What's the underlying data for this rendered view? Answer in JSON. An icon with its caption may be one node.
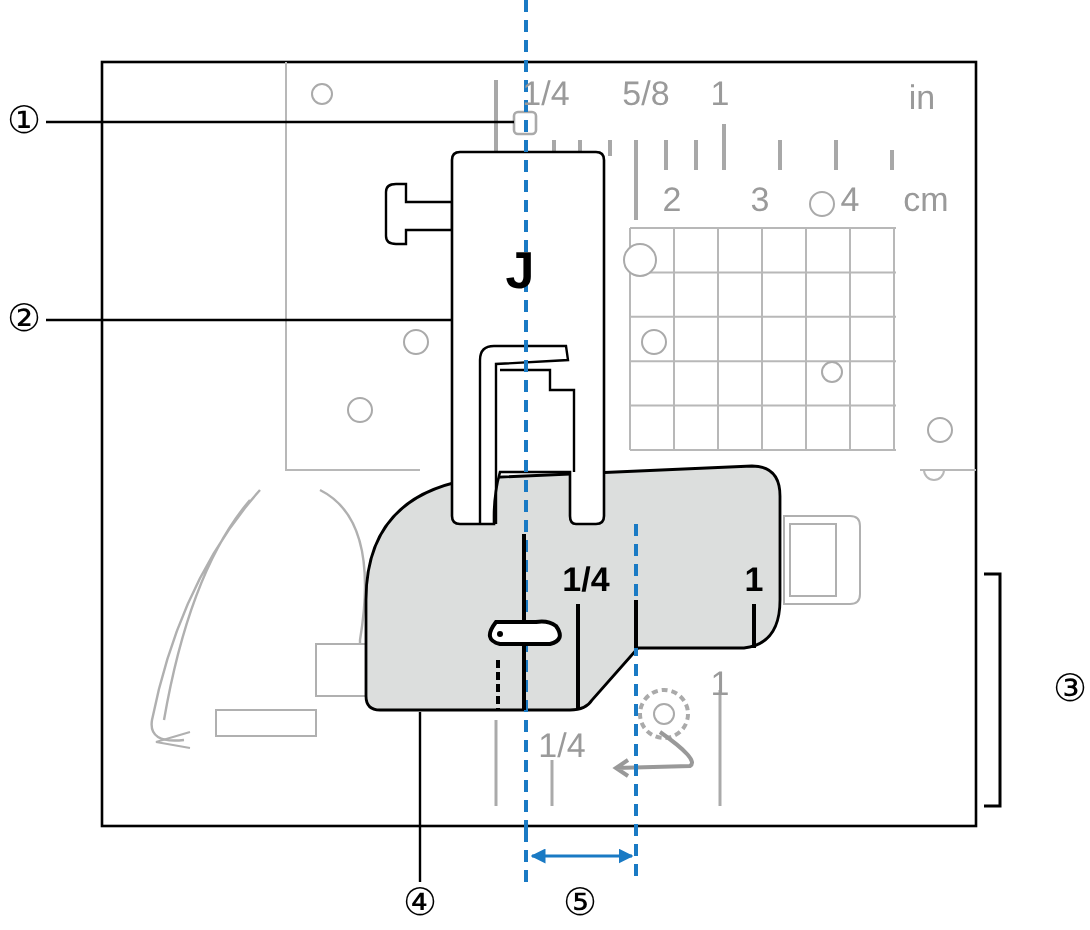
{
  "diagram": {
    "nodes": [
      {
        "text": [
          "①"
        ]
      },
      {
        "text": [],
        "shape": "box"
      },
      {
        "text": [
          "②"
        ]
      },
      {
        "text": [],
        "shape": "box"
      },
      {
        "text": [
          "④"
        ]
      },
      {
        "text": [],
        "shape": "box"
      }
    ],
    "edges": [
      {
        "from": 0,
        "to": 1,
        "arrow": "none"
      },
      {
        "from": 2,
        "to": 3,
        "arrow": "none"
      },
      {
        "from": 4,
        "to": 5,
        "arrow": "none"
      }
    ],
    "labels": [
      "1/4",
      "5/8",
      "1",
      "in",
      "2",
      "3",
      "4",
      "cm",
      "J",
      "1/4",
      "1",
      "1",
      "③",
      "1/4",
      "⑤"
    ]
  }
}
